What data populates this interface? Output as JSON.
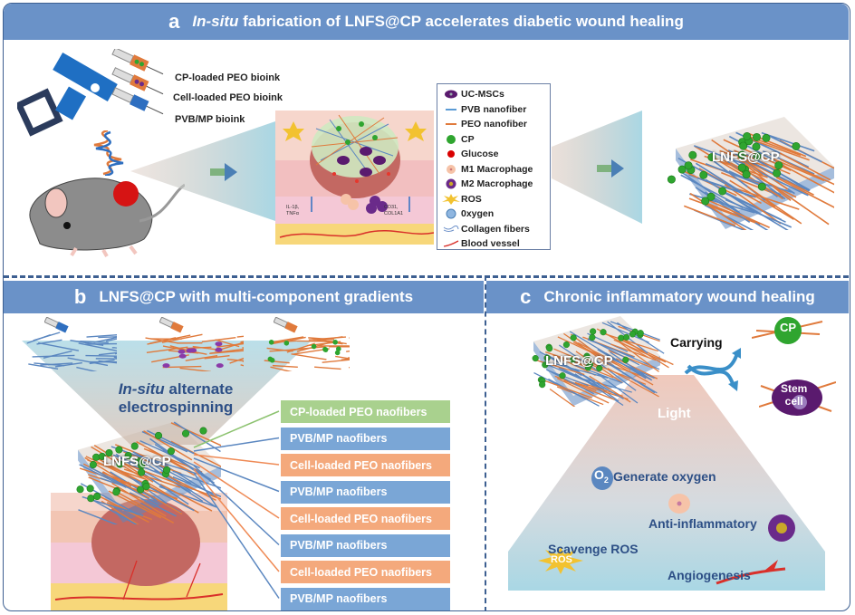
{
  "panel_a": {
    "letter": "a",
    "title_italic": "In-situ",
    "title_rest": " fabrication of LNFS@CP accelerates diabetic wound healing",
    "bioinks": [
      "CP-loaded PEO bioink",
      "Cell-loaded  PEO bioink",
      "PVB/MP bioink"
    ],
    "wound_labels": {
      "down": "IL-1β,\nTNFα",
      "up": "CD31,\nCOL1A1",
      "ros": "ROS"
    },
    "product_label": "LNFS@CP",
    "legend": [
      {
        "icon": "uc-msc-cell-icon",
        "label": "UC-MSCs"
      },
      {
        "icon": "pvb-nanofiber-line-icon",
        "label": "PVB nanofiber"
      },
      {
        "icon": "peo-nanofiber-line-icon",
        "label": "PEO nanofiber"
      },
      {
        "icon": "cp-green-sphere-icon",
        "label": "CP"
      },
      {
        "icon": "glucose-red-dot-icon",
        "label": "Glucose"
      },
      {
        "icon": "m1-macrophage-icon",
        "label": "M1 Macrophage"
      },
      {
        "icon": "m2-macrophage-icon",
        "label": "M2 Macrophage"
      },
      {
        "icon": "ros-star-icon",
        "label": "ROS"
      },
      {
        "icon": "oxygen-bubble-icon",
        "label": "0xygen"
      },
      {
        "icon": "collagen-fiber-icon",
        "label": "Collagen fibers"
      },
      {
        "icon": "blood-vessel-icon",
        "label": "Blood vessel"
      }
    ]
  },
  "panel_b": {
    "letter": "b",
    "title": "LNFS@CP with multi-component gradients",
    "process_italic": "In-situ",
    "process_rest": " alternate",
    "process_line2": "electrospinning",
    "product_label": "LNFS@CP",
    "layers": [
      {
        "label": "CP-loaded  PEO naofibers",
        "color": "#a9d18e"
      },
      {
        "label": "PVB/MP naofibers",
        "color": "#7aa6d6"
      },
      {
        "label": "Cell-loaded PEO naofibers",
        "color": "#f4a97c"
      },
      {
        "label": "PVB/MP naofibers",
        "color": "#7aa6d6"
      },
      {
        "label": "Cell-loaded PEO naofibers",
        "color": "#f4a97c"
      },
      {
        "label": "PVB/MP naofibers",
        "color": "#7aa6d6"
      },
      {
        "label": "Cell-loaded PEO naofibers",
        "color": "#f4a97c"
      },
      {
        "label": "PVB/MP naofibers",
        "color": "#7aa6d6"
      }
    ]
  },
  "panel_c": {
    "letter": "c",
    "title": "Chronic inflammatory wound healing",
    "product_label": "LNFS@CP",
    "carrying": "Carrying",
    "cp_label": "CP",
    "stem_label_1": "Stem",
    "stem_label_2": "cell",
    "light": "Light",
    "oxygen_symbol": "O",
    "oxygen_sub": "2",
    "effects": {
      "oxygen": "Generate oxygen",
      "anti_inflammatory": "Anti-inflammatory",
      "ros": "Scavenge ROS",
      "ros_badge": "ROS",
      "angiogenesis": "Angiogenesis"
    }
  },
  "colors": {
    "header_blue": "#6a92c8",
    "border_navy": "#3d5f91",
    "pvb_blue": "#5b87c0",
    "peo_orange": "#e07a3c",
    "cp_green": "#2fa52f",
    "cell_purple": "#5a1a6e"
  }
}
